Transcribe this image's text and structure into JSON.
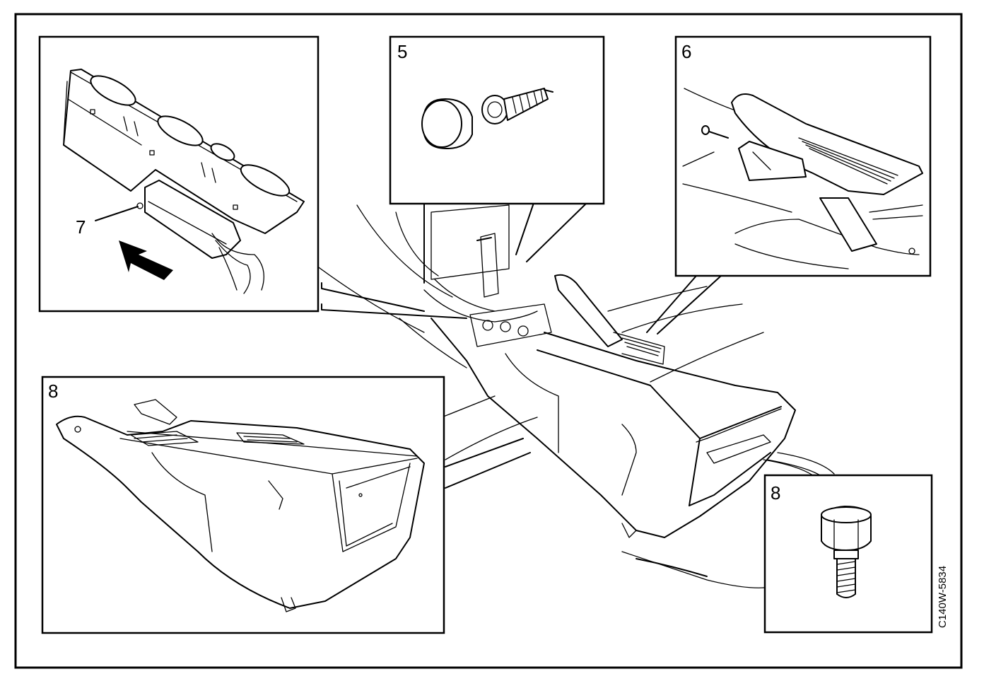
{
  "callouts": {
    "panel_switch": {
      "label": "7"
    },
    "panel_cap_screw": {
      "label": "5"
    },
    "panel_brake_lever": {
      "label": "6"
    },
    "panel_console": {
      "label": "8"
    },
    "panel_bolt": {
      "label": "8"
    }
  },
  "figure_code": "C140W-5834"
}
